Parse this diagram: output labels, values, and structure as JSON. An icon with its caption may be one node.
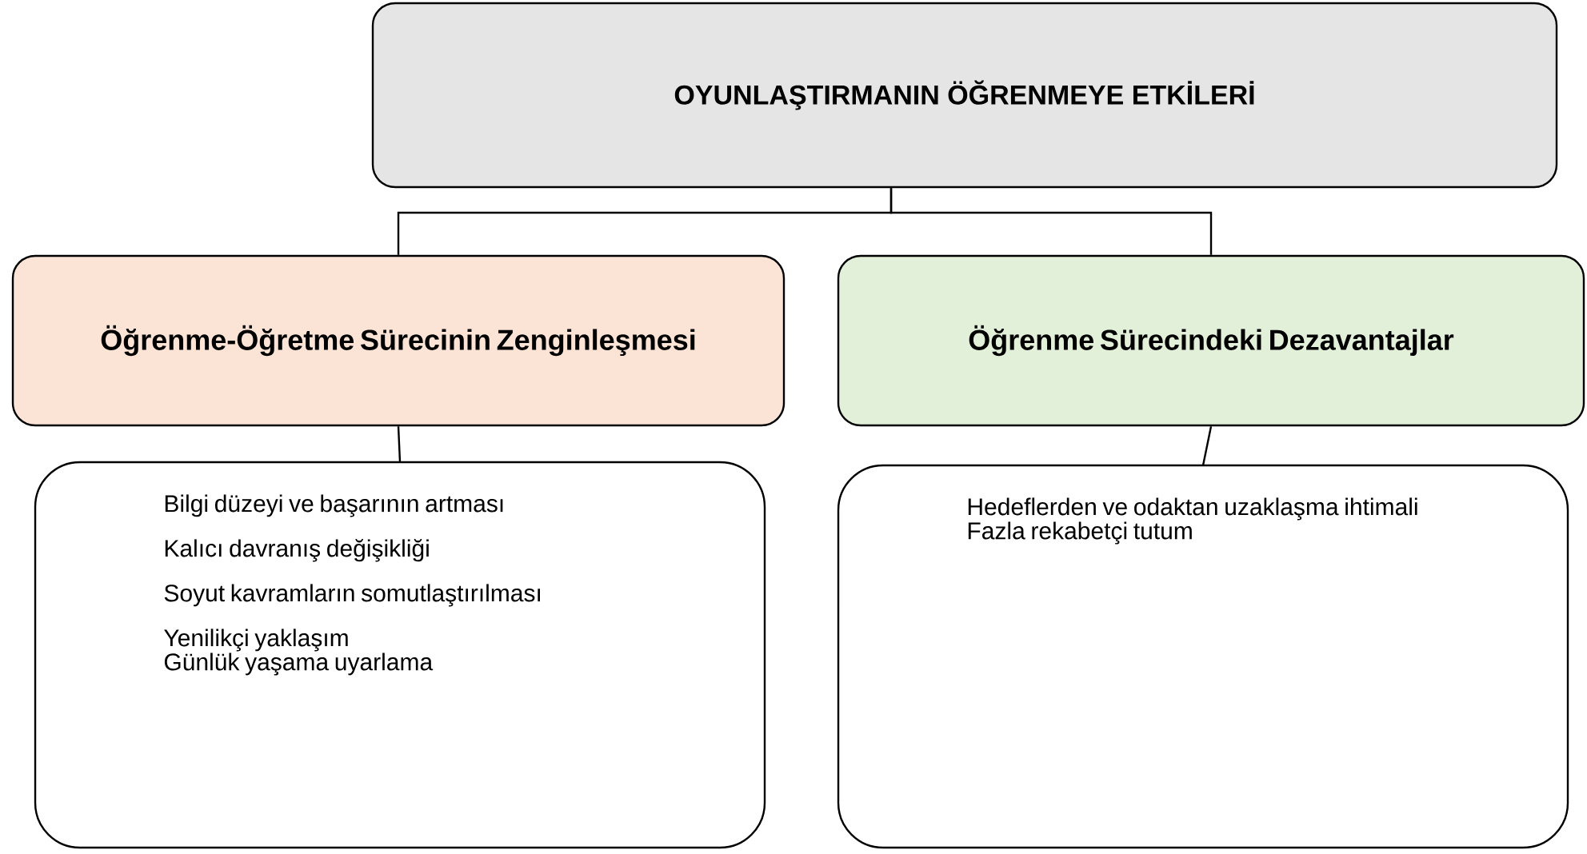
{
  "diagram": {
    "nodes": [
      {
        "text": [
          "OYUNLAŞTIRMANIN ÖĞRENMEYE ETKİLERİ"
        ]
      },
      {
        "text": [
          "Öğrenme-Öğretme Sürecinin Zenginleşmesi"
        ]
      },
      {
        "text": [
          "Öğrenme Sürecindeki Dezavantajlar"
        ]
      },
      {
        "text": [
          "Bilgi düzeyi ve başarının artması",
          "Kalıcı davranış değişikliği",
          "Soyut kavramların somutlaştırılması",
          "Yenilikçi yaklaşım",
          "Günlük yaşama uyarlama"
        ]
      },
      {
        "text": [
          "Hedeflerden ve odaktan uzaklaşma ihtimali",
          "Fazla rekabetçi tutum"
        ]
      }
    ],
    "edges": [
      {
        "from": 0,
        "to": 1,
        "arrow": "none"
      },
      {
        "from": 0,
        "to": 2,
        "arrow": "none"
      },
      {
        "from": 1,
        "to": 3,
        "arrow": "none"
      },
      {
        "from": 2,
        "to": 4,
        "arrow": "none"
      }
    ]
  }
}
